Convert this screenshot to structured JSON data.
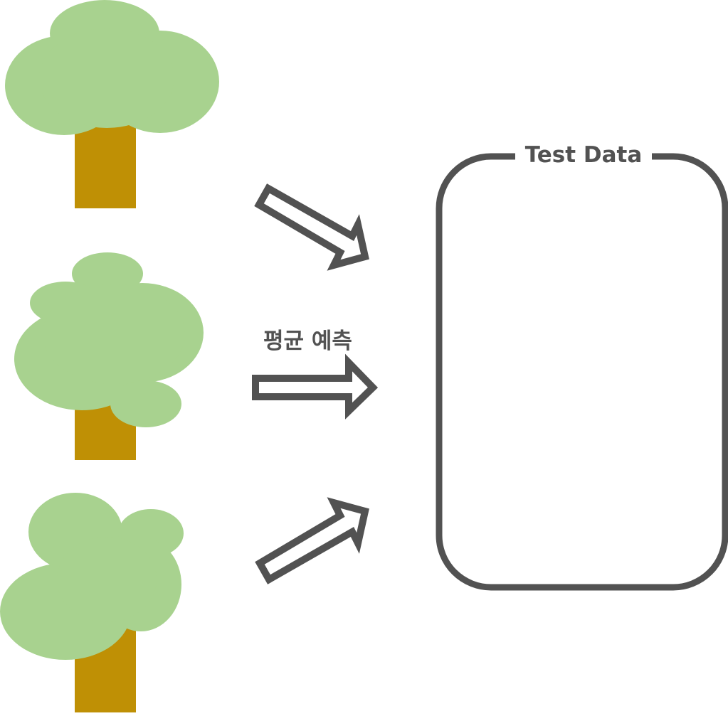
{
  "diagram": {
    "prediction_label": "평균 예측",
    "test_box_title": "Test Data",
    "colors": {
      "canopy": "#a8d28f",
      "trunk": "#bf9005",
      "stroke": "#525252",
      "background": "#ffffff"
    },
    "trees": [
      {
        "id": "tree-1"
      },
      {
        "id": "tree-2"
      },
      {
        "id": "tree-3"
      }
    ],
    "arrows": [
      {
        "id": "arrow-down-right"
      },
      {
        "id": "arrow-right"
      },
      {
        "id": "arrow-up-right"
      }
    ]
  }
}
